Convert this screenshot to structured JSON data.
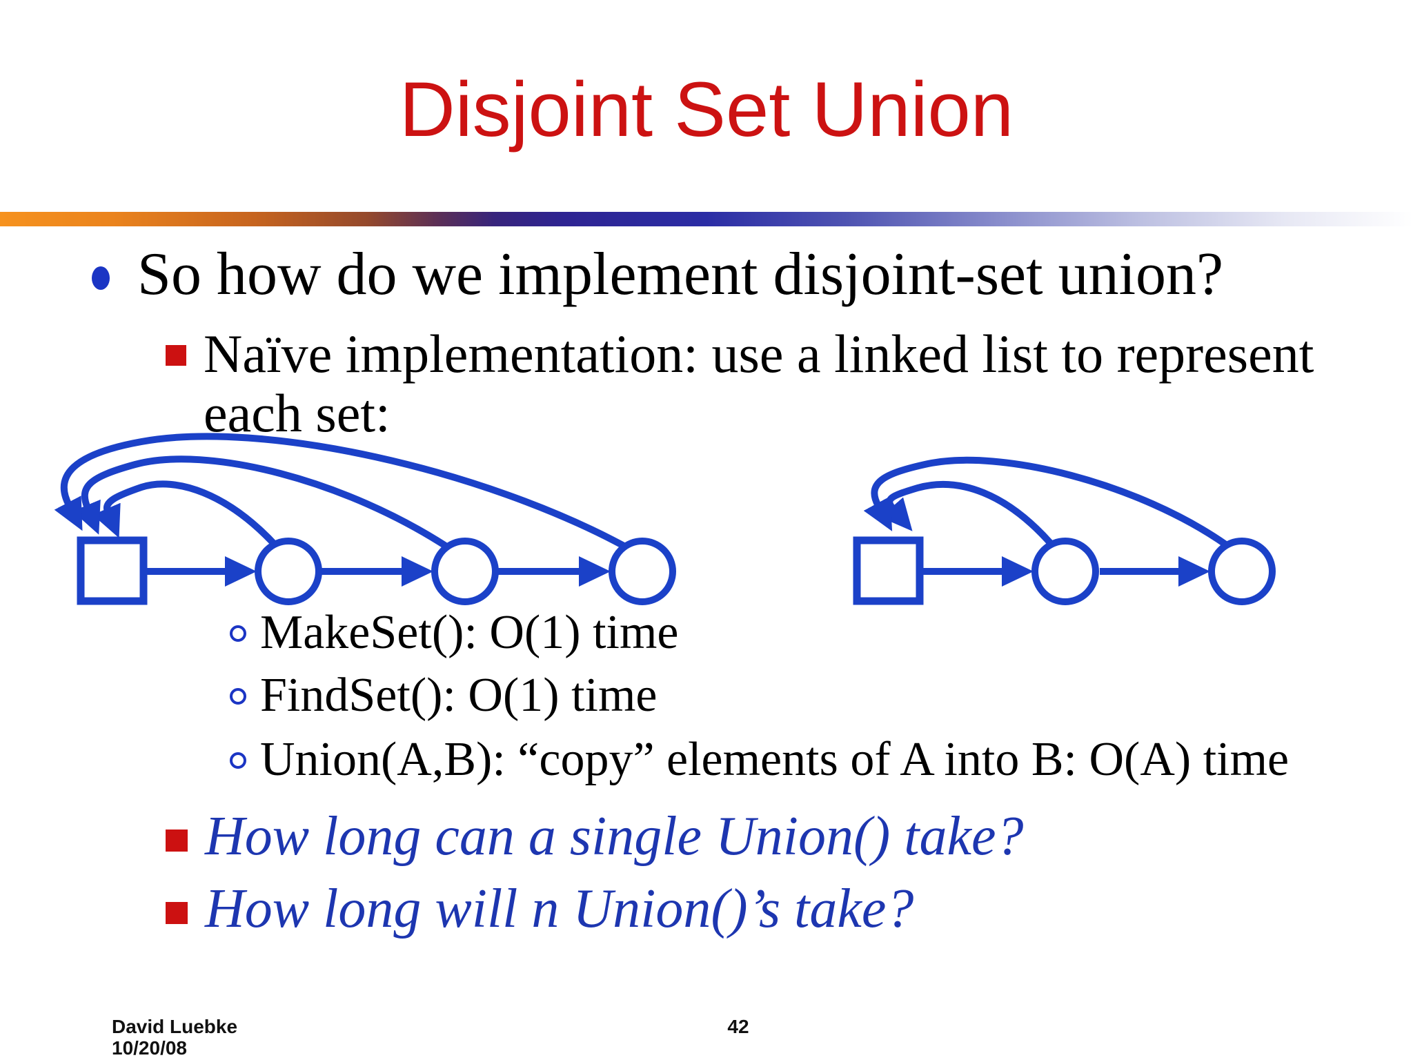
{
  "title": "Disjoint Set Union",
  "bullets": {
    "level1": "So how do we implement disjoint-set union?",
    "level2_lines": [
      "Naïve implementation: use a linked list to represent",
      "each set:"
    ],
    "level3": [
      "MakeSet(): O(1) time",
      "FindSet(): O(1) time",
      "Union(A,B): “copy” elements of A into B: O(A) time"
    ],
    "questions": [
      "How long can a single Union() take?",
      "How long will n Union()’s take?"
    ]
  },
  "footer": {
    "author": "David Luebke",
    "date": "10/20/08",
    "page_number": "42"
  },
  "diagram": {
    "description": "Two linked lists drawn in blue; each element points forward to the next and back to the square head node",
    "left_list": {
      "head_shape": "square",
      "element_count": 3
    },
    "right_list": {
      "head_shape": "square",
      "element_count": 2
    }
  },
  "colors": {
    "title-red": "#cc1212",
    "bullet-red": "#cc1111",
    "bullet-blue": "#1b35c4",
    "question-blue": "#1d36b0",
    "diagram-blue": "#1b41c8",
    "text-black": "#000000",
    "background": "#ffffff"
  }
}
